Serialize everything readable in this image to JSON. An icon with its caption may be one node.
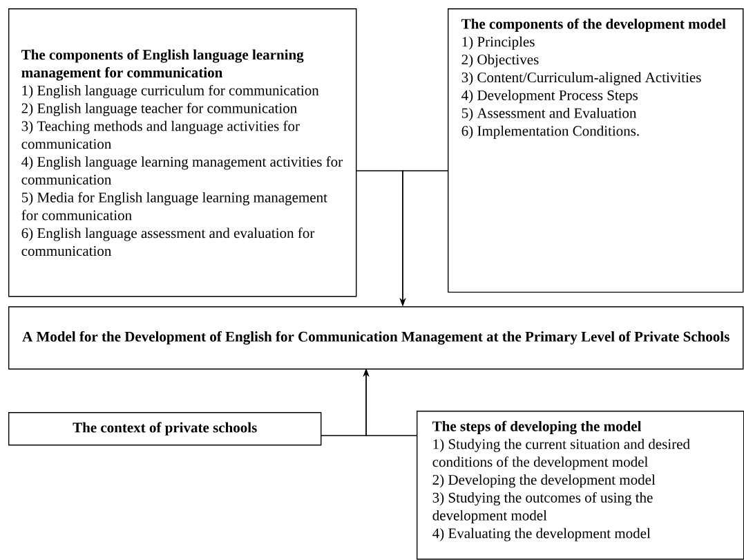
{
  "diagram": {
    "nodes": [
      {
        "text": [
          "The components of English language learning management for communication",
          "1) English language curriculum for communication",
          "2) English language teacher for communication",
          "3) Teaching methods and language activities for communication",
          "4) English language learning management activities for communication",
          "5) Media for English language learning management for communication",
          "6) English language assessment and evaluation for communication"
        ]
      },
      {
        "text": [
          "The components of the development model",
          "1) Principles",
          "2) Objectives",
          "3) Content/Curriculum-aligned Activities",
          "4) Development Process Steps",
          "5) Assessment and Evaluation",
          "6) Implementation Conditions."
        ]
      },
      {
        "text": [
          "A Model for the Development of English for Communication Management at the Primary Level of Private Schools"
        ]
      },
      {
        "text": [
          "The context of private schools"
        ]
      },
      {
        "text": [
          "The steps of developing the model",
          "1) Studying the current situation and desired conditions of the development model",
          "2) Developing the development model",
          "3) Studying the outcomes of using the development model",
          "4) Evaluating the development model"
        ]
      }
    ],
    "edges": [
      {
        "from": 0,
        "to": 2,
        "arrow": "to"
      },
      {
        "from": 1,
        "to": 2,
        "arrow": "to"
      },
      {
        "from": 3,
        "to": 2,
        "arrow": "to"
      },
      {
        "from": 4,
        "to": 2,
        "arrow": "to"
      }
    ]
  }
}
